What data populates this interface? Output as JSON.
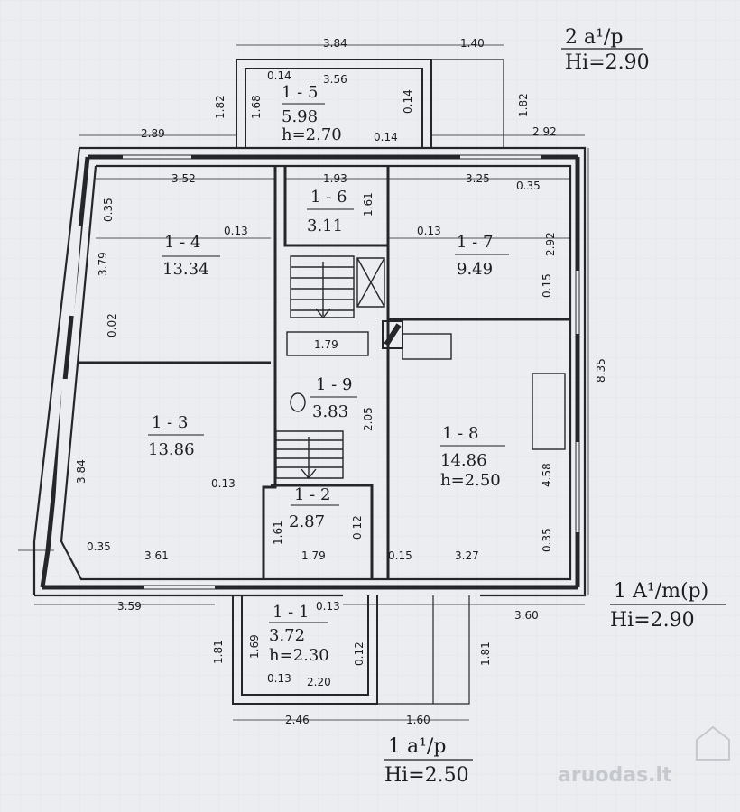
{
  "level_labels": [
    {
      "line1": "2 a¹/p",
      "line2": "Hi=2.90"
    },
    {
      "line1": "1 A¹/m(p)",
      "line2": "Hi=2.90"
    },
    {
      "line1": "1 a¹/p",
      "line2": "Hi=2.50"
    }
  ],
  "rooms": [
    {
      "id": "1 - 5",
      "area": "5.98",
      "height": "h=2.70"
    },
    {
      "id": "1 - 6",
      "area": "3.11",
      "height": ""
    },
    {
      "id": "1 - 4",
      "area": "13.34",
      "height": ""
    },
    {
      "id": "1 - 7",
      "area": "9.49",
      "height": ""
    },
    {
      "id": "1 - 9",
      "area": "3.83",
      "height": ""
    },
    {
      "id": "1 - 3",
      "area": "13.86",
      "height": ""
    },
    {
      "id": "1 - 8",
      "area": "14.86",
      "height": "h=2.50"
    },
    {
      "id": "1 - 2",
      "area": "2.87",
      "height": ""
    },
    {
      "id": "1 - 1",
      "area": "3.72",
      "height": "h=2.30"
    }
  ],
  "dimensions": {
    "top": [
      "3.84",
      "1.40",
      "0.14",
      "3.56",
      "1.82",
      "1.68",
      "0.14",
      "1.82",
      "0.14",
      "2.89",
      "2.92",
      "3.52",
      "1.93",
      "3.25",
      "0.35"
    ],
    "middle": [
      "0.35",
      "1.61",
      "0.13",
      "0.13",
      "3.79",
      "2.92",
      "0.15",
      "0.02",
      "1.79",
      "8.35",
      "2.05",
      "3.84",
      "0.13",
      "4.58"
    ],
    "bottom": [
      "1.61",
      "0.12",
      "0.35",
      "0.35",
      "3.61",
      "1.79",
      "0.15",
      "3.27",
      "3.59",
      "3.60",
      "0.13",
      "1.81",
      "1.69",
      "0.12",
      "1.81",
      "0.13",
      "2.20",
      "2.46",
      "1.60"
    ]
  },
  "brand": "aruodas.lt"
}
